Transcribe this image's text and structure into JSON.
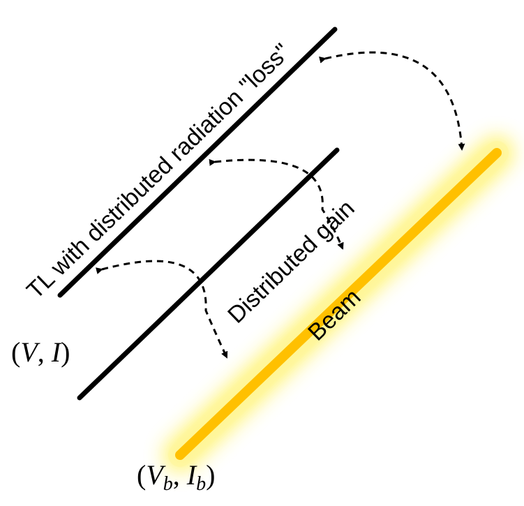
{
  "labels": {
    "tl": "TL with distributed radiation \"loss\"",
    "gain": "Distributed gain",
    "beam": "Beam",
    "tl_var_open": "(",
    "tl_var_v": "V",
    "tl_var_comma": ", ",
    "tl_var_i": "I",
    "tl_var_close": ")",
    "beam_var_open": "(",
    "beam_var_v": "V",
    "beam_var_vsub": "b",
    "beam_var_comma": ", ",
    "beam_var_i": "I",
    "beam_var_isub": "b",
    "beam_var_close": ")"
  },
  "colors": {
    "line": "#000000",
    "beam": "#FFC000",
    "glow": "#FFF36A",
    "background": "#FFFFFF"
  }
}
